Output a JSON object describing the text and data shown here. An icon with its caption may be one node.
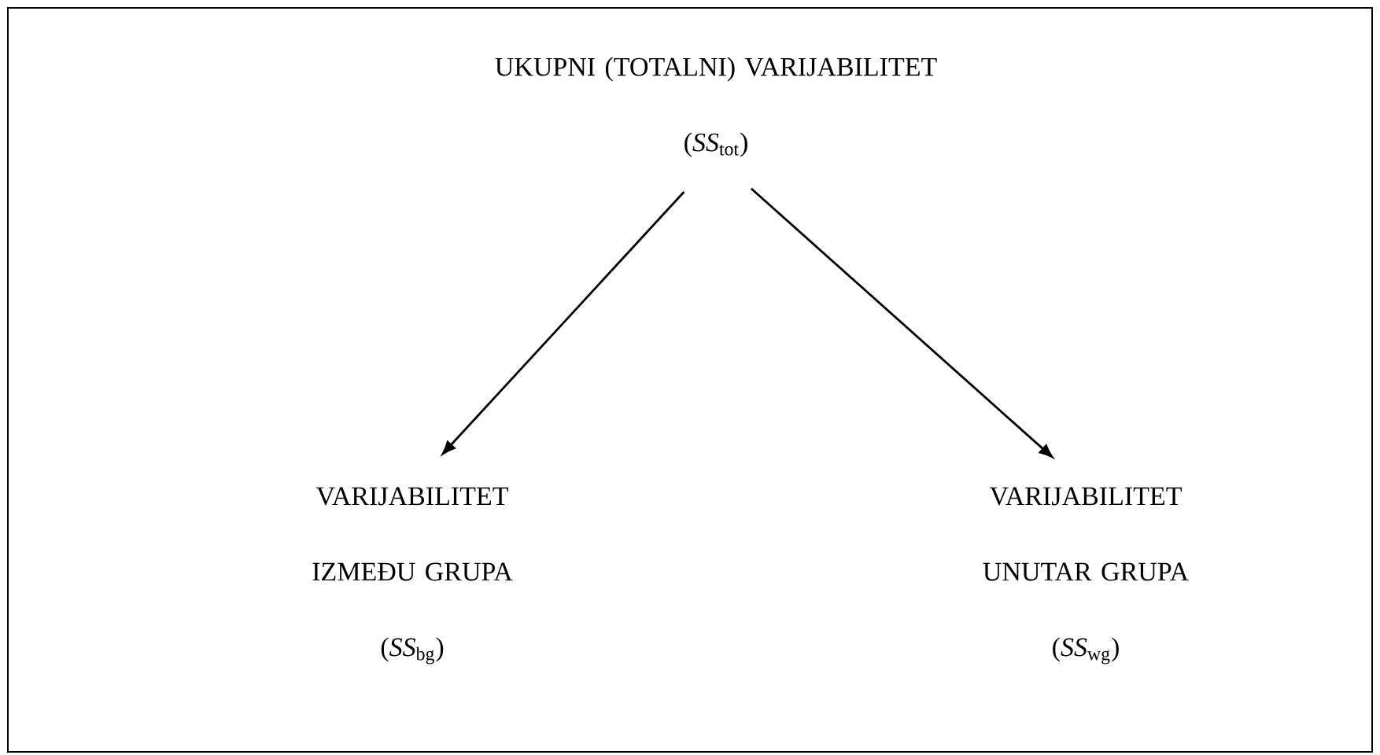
{
  "diagram": {
    "nodes": [
      {
        "text": [
          "UKUPNI (TOTALNI) VARIJABILITET",
          "(*SS*$_{tot}$)"
        ]
      },
      {
        "text": [
          "VARIJABILITET IZMEĐU GRUPA",
          "(*SS*$_{bg}$)"
        ]
      },
      {
        "text": [
          "VARIJABILITET UNUTAR GRUPA",
          "(*SS*$_{wg}$)"
        ]
      }
    ],
    "edges": [
      {
        "from": 0,
        "to": 1,
        "arrow": "to"
      },
      {
        "from": 0,
        "to": 2,
        "arrow": "to"
      }
    ]
  }
}
